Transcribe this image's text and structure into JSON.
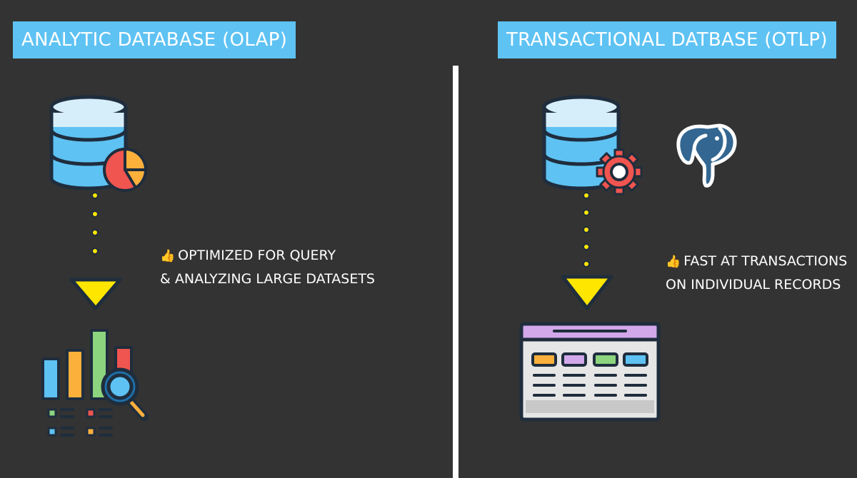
{
  "left": {
    "title": "ANALYTIC DATABASE (OLAP)",
    "caption_line1": "OPTIMIZED FOR QUERY",
    "caption_line2": "& ANALYZING LARGE DATASETS",
    "icons": [
      "database-icon",
      "pie-chart-icon",
      "arrow-down-icon",
      "bar-chart-icon",
      "magnifier-icon",
      "thumbs-up-icon"
    ]
  },
  "right": {
    "title": "TRANSACTIONAL DATBASE (OTLP)",
    "caption_line1": "FAST AT TRANSACTIONS",
    "caption_line2": "ON INDIVIDUAL RECORDS",
    "icons": [
      "database-icon",
      "gear-icon",
      "postgresql-elephant-icon",
      "arrow-down-icon",
      "table-window-icon",
      "thumbs-up-icon"
    ]
  },
  "thumb_glyph": "👍",
  "colors": {
    "background": "#333333",
    "title_bg": "#5ec2f3",
    "db_blue": "#5ec2f3",
    "db_light": "#d6eef9",
    "outline": "#1f2d3d",
    "arrow_yellow": "#ffe600",
    "dot_yellow": "#ffe600",
    "red": "#f0554f",
    "orange": "#fbb03b",
    "green": "#8cd47e",
    "purple": "#d2a8ea"
  }
}
